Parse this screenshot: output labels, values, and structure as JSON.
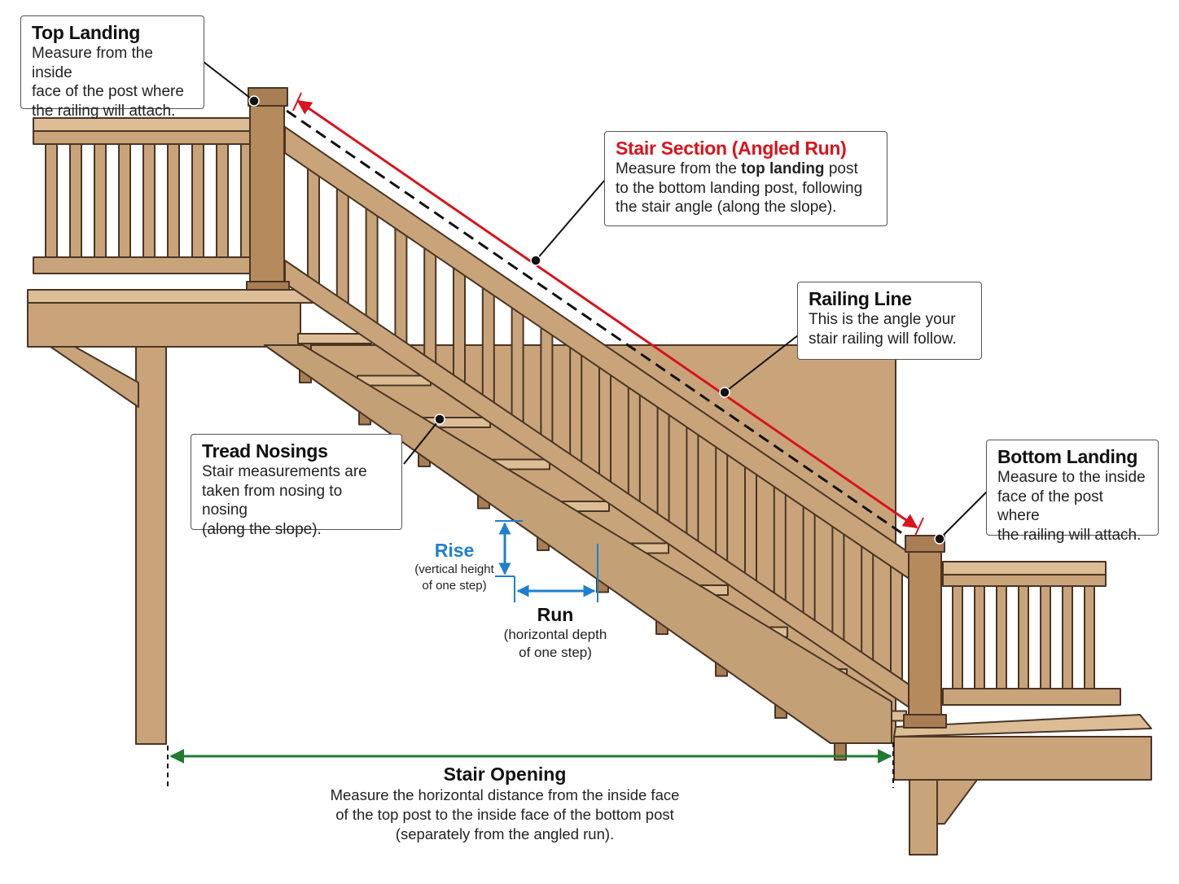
{
  "callouts": {
    "top_landing": {
      "title": "Top Landing",
      "lines": [
        "Measure from the inside",
        "face of the post where",
        "the railing will attach."
      ]
    },
    "stair_section": {
      "title": "Stair Section (Angled Run)",
      "line1_pre": "Measure from the ",
      "line1_bold": "top landing",
      "line1_post": " post",
      "line2": "to the bottom landing post, following",
      "line3": "the stair angle (along the slope)."
    },
    "railing_line": {
      "title": "Railing Line",
      "lines": [
        "This is the angle your",
        "stair railing will follow."
      ]
    },
    "tread_nosings": {
      "title": "Tread Nosings",
      "lines": [
        "Stair measurements are",
        "taken from nosing to nosing",
        "(along the slope)."
      ]
    },
    "bottom_landing": {
      "title": "Bottom Landing",
      "lines": [
        "Measure to the inside",
        "face of the post where",
        "the railing will attach."
      ]
    }
  },
  "dimensions": {
    "rise": {
      "title": "Rise",
      "lines": [
        "(vertical height",
        "of one step)"
      ]
    },
    "run": {
      "title": "Run",
      "lines": [
        "(horizontal depth",
        "of one step)"
      ]
    },
    "stair_opening": {
      "title": "Stair Opening",
      "lines": [
        "Measure the horizontal distance from the inside face",
        "of the top post to the inside face of the bottom post",
        "(separately from the angled run)."
      ]
    }
  },
  "colors": {
    "wood": "#c9a47a",
    "wood_dark": "#a87e55",
    "wood_light": "#dcbd96",
    "outline": "#4a3525",
    "red": "#d8141c",
    "blue": "#1f7fcf",
    "green": "#1f7a33",
    "black": "#111111"
  }
}
